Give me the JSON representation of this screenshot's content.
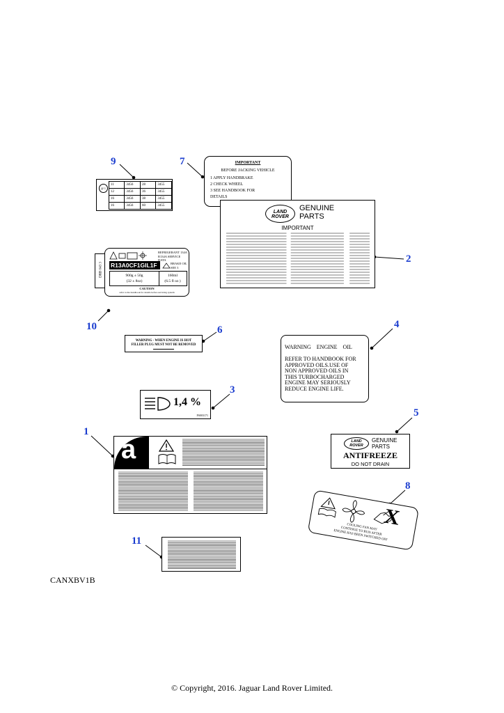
{
  "diagram_code": "CANXBV1B",
  "copyright": "© Copyright, 2016. Jaguar Land Rover Limited.",
  "callouts": [
    "1",
    "2",
    "3",
    "4",
    "5",
    "6",
    "7",
    "8",
    "9",
    "10",
    "11"
  ],
  "label2": {
    "logo_line1": "LAND",
    "logo_line2": "ROVER",
    "line1": "GENUINE",
    "line2": "PARTS",
    "heading": "IMPORTANT"
  },
  "label3": {
    "value": "1,4 %",
    "code": "PS003171"
  },
  "label4": {
    "title": "WARNING    ENGINE    OIL",
    "body": [
      "REFER TO HANDBOOK FOR",
      "APPROVED OILS.USE OF",
      "NON APPROVED OILS IN",
      "THIS TURBOCHARGED",
      "ENGINE MAY SERIOUSLY",
      "REDUCE ENGINE LIFE."
    ]
  },
  "label5": {
    "logo_line1": "LAND",
    "logo_line2": "ROVER",
    "line1": "GENUINE",
    "line2": "PARTS",
    "title": "ANTIFREEZE",
    "subtitle": "DO NOT DRAIN"
  },
  "label6": {
    "line1": "WARNING - WHEN ENGINE IS HOT",
    "line2": "FILLER PLUG MUST NOT BE REMOVED"
  },
  "label7": {
    "title": "IMPORTANT",
    "subtitle": "BEFORE JACKING VEHICLE",
    "items": [
      "1   APPLY HANDBRAKE",
      "2   CHECK WHEEL",
      "3   SEE HANDBOOK FOR",
      "     DETAILS"
    ]
  },
  "label8": {
    "symbol": "X",
    "text_lines": [
      "COOLING FAN MAY",
      "CONTINUE TO RUN AFTER",
      "ENGINE HAS BEEN SWITCHED OFF"
    ]
  },
  "label9": {
    "symbol": "@ 1",
    "rows": [
      [
        "11",
        "3456",
        "28",
        "3455"
      ],
      [
        "12",
        "3456",
        "36",
        "3455"
      ],
      [
        "16",
        "3456",
        "38",
        "3455"
      ],
      [
        "16",
        "3456",
        "60",
        "3455"
      ]
    ]
  },
  "label10": {
    "side_text": "DRB 043 3",
    "header_right_1": "REFRIGERANT 134A",
    "header_right_2": "R134A SERVICE DATA",
    "code": "R13A0CF1GIL1F",
    "brake_1": "BRAKE OIL",
    "brake_2": "SEE 3",
    "charge_1": "900g ± 50g",
    "charge_2": "(32 ± 8oz)",
    "oil_1": "160ml",
    "oil_2": "(6.5 fl oz )",
    "caution": "CAUTION",
    "caution_body": "refer to the handbook for details before servicing system"
  },
  "label1": {
    "letter": "a"
  }
}
